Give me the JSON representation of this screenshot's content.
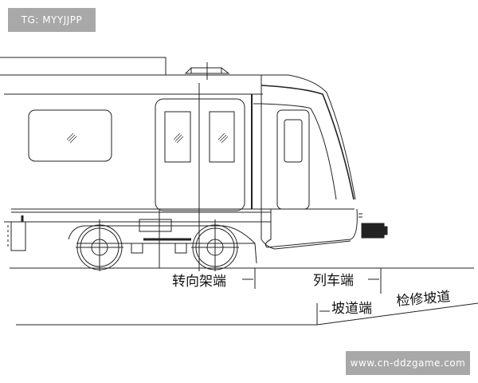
{
  "watermarks": {
    "top_left": "TG: MYYJJPP",
    "bottom_right": "www.cn-ddzgame.com"
  },
  "diagram": {
    "subject": "metro train cab end elevation with bogie over inspection ramp",
    "labels": {
      "bogie_end": "转向架端",
      "train_end": "列车端",
      "ramp_end": "坡道端",
      "inspection_ramp": "检修坡道"
    },
    "colors": {
      "line": "#222222",
      "badge_bg": "#a8a8a8",
      "badge_text": "#ffffff"
    }
  }
}
